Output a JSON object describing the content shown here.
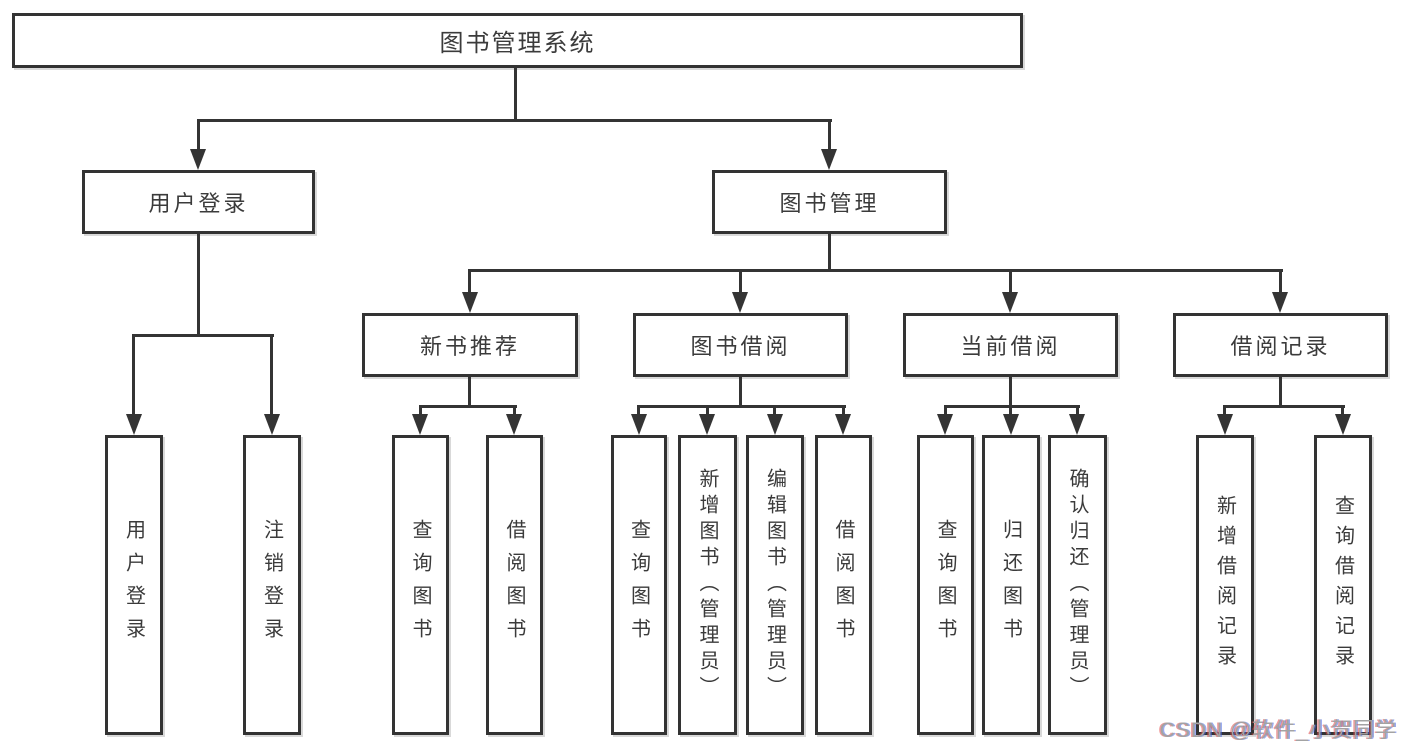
{
  "colors": {
    "line": "#343434",
    "border": "#333333",
    "text": "#3b3b3b",
    "background": "#ffffff",
    "watermark": "#a3a3a3"
  },
  "watermark": {
    "text": "CSDN @软件_小贺同学"
  },
  "tree": {
    "root": {
      "label": "图书管理系统"
    },
    "branches": [
      {
        "label": "用户登录",
        "children": [
          {
            "label": "用户登录"
          },
          {
            "label": "注销登录"
          }
        ]
      },
      {
        "label": "图书管理",
        "children": [
          {
            "label": "新书推荐",
            "children": [
              {
                "label": "查询图书"
              },
              {
                "label": "借阅图书"
              }
            ]
          },
          {
            "label": "图书借阅",
            "children": [
              {
                "label": "查询图书"
              },
              {
                "label": "新增图书（管理员）"
              },
              {
                "label": "编辑图书（管理员）"
              },
              {
                "label": "借阅图书"
              }
            ]
          },
          {
            "label": "当前借阅",
            "children": [
              {
                "label": "查询图书"
              },
              {
                "label": "归还图书"
              },
              {
                "label": "确认归还（管理员）"
              }
            ]
          },
          {
            "label": "借阅记录",
            "children": [
              {
                "label": "新增借阅记录"
              },
              {
                "label": "查询借阅记录"
              }
            ]
          }
        ]
      }
    ]
  }
}
